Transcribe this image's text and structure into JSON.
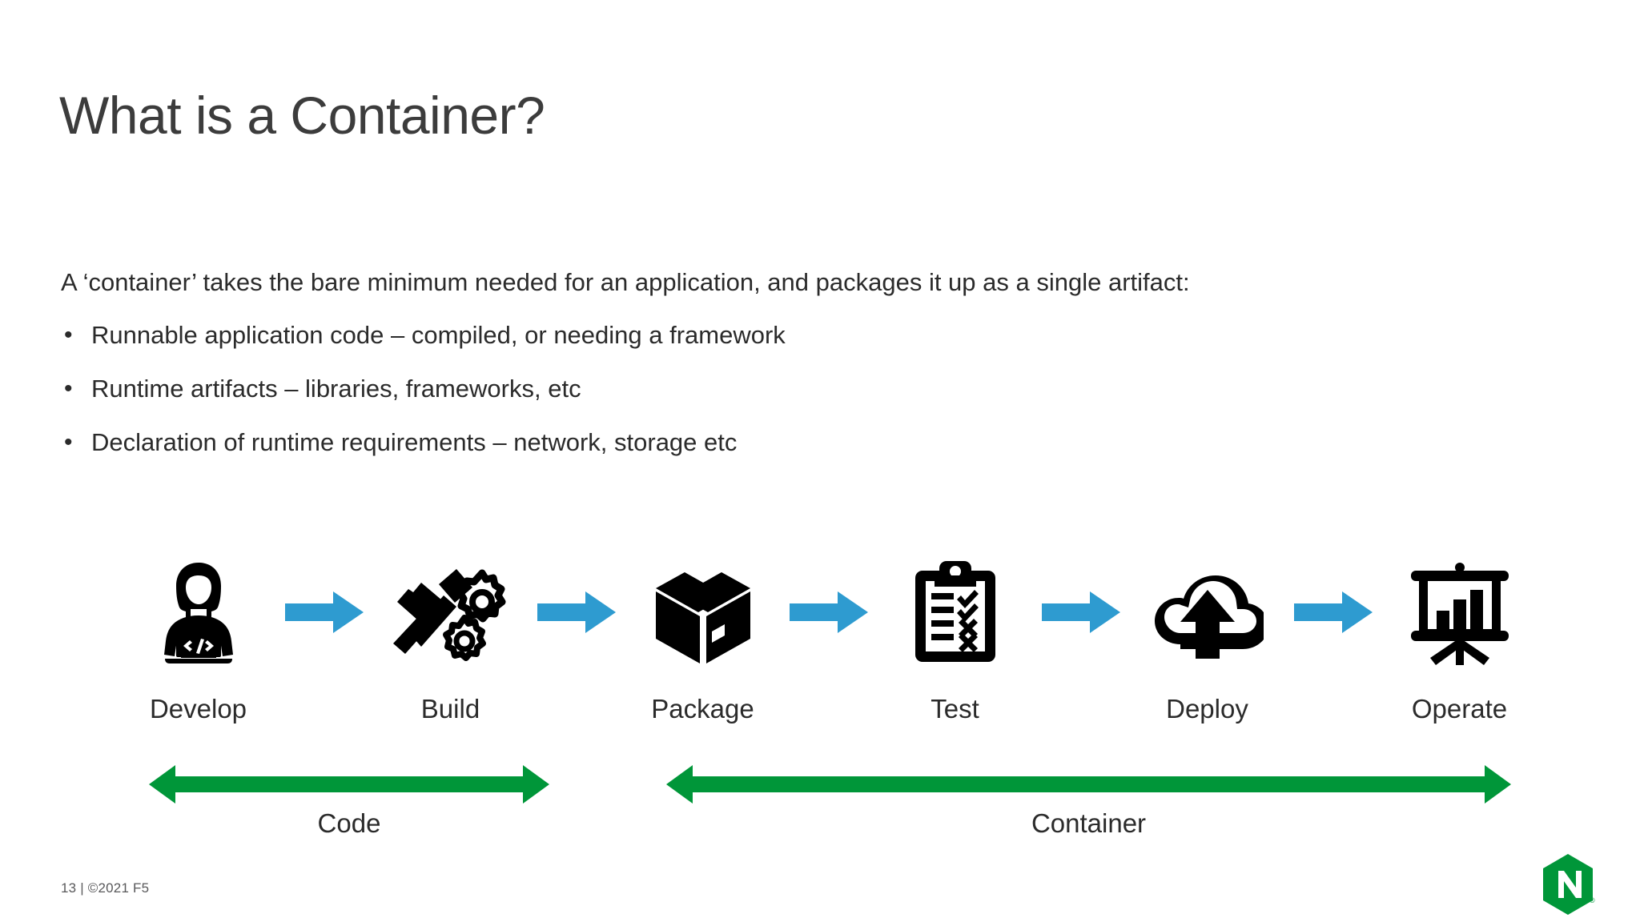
{
  "slide": {
    "title": "What is a Container?",
    "intro": "A ‘container’ takes the bare minimum needed for an application, and packages it up as a single artifact:",
    "bullet_mark": "•",
    "bullets": [
      "Runnable application code – compiled, or needing a framework",
      "Runtime artifacts – libraries, frameworks, etc",
      "Declaration of runtime requirements – network, storage etc"
    ]
  },
  "pipeline": {
    "stages": [
      {
        "label": "Develop",
        "icon": "developer-laptop-icon"
      },
      {
        "label": "Build",
        "icon": "hammer-wrench-gears-icon"
      },
      {
        "label": "Package",
        "icon": "cardboard-box-icon"
      },
      {
        "label": "Test",
        "icon": "clipboard-checklist-icon"
      },
      {
        "label": "Deploy",
        "icon": "cloud-upload-icon"
      },
      {
        "label": "Operate",
        "icon": "presentation-chart-icon"
      }
    ],
    "flow_arrow_icon": "right-arrow-icon",
    "arrow_color": "#2e9bd0",
    "icon_color": "#000000"
  },
  "spans": [
    {
      "label": "Code",
      "icon": "double-headed-arrow-icon",
      "color": "#009639"
    },
    {
      "label": "Container",
      "icon": "double-headed-arrow-icon",
      "color": "#009639"
    }
  ],
  "footer": {
    "note": "13 | ©2021 F5",
    "logo": {
      "icon": "nginx-hexagon-logo",
      "letter": "N",
      "trademark": "®",
      "color": "#009639"
    }
  }
}
